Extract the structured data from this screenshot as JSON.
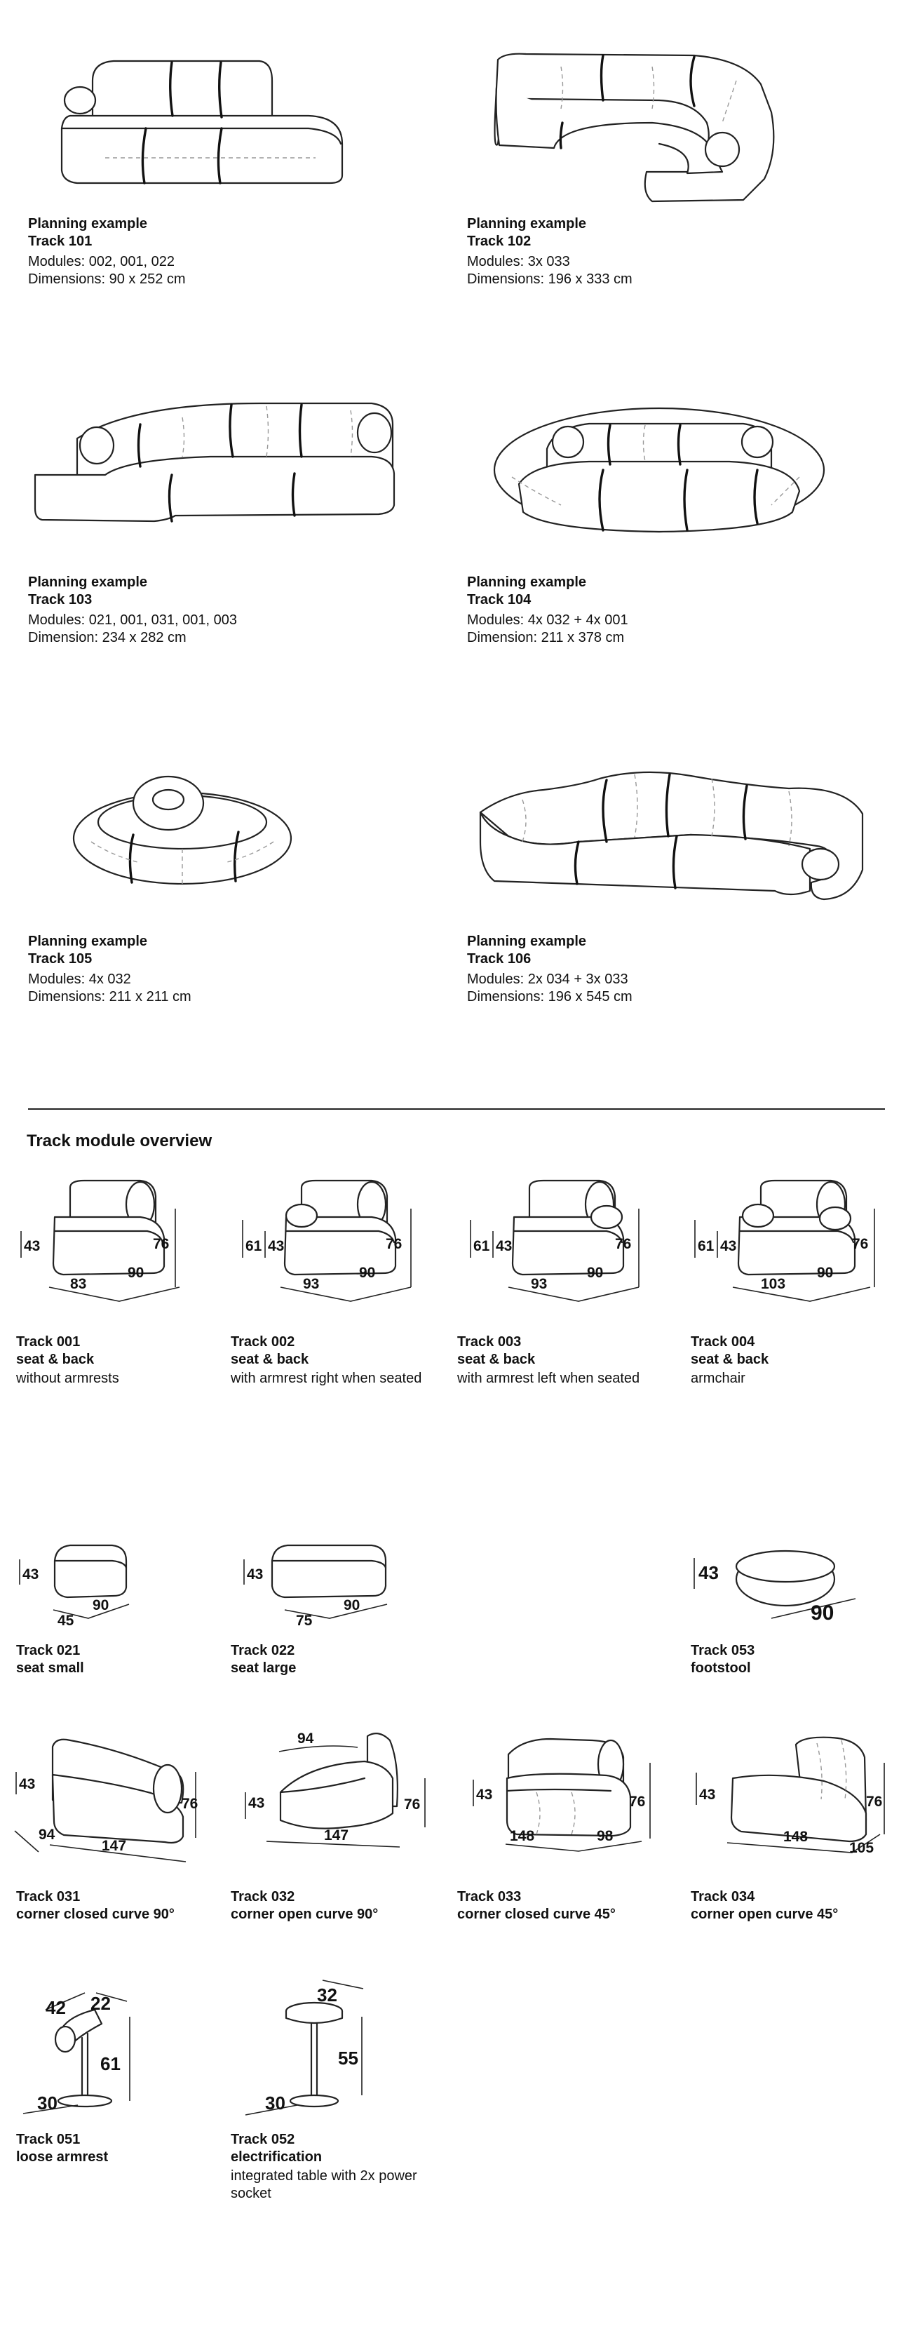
{
  "planning": [
    {
      "label": "Planning example",
      "name": "Track 101",
      "modules": "Modules: 002, 001, 022",
      "dims": "Dimensions: 90 x 252 cm"
    },
    {
      "label": "Planning example",
      "name": "Track 102",
      "modules": "Modules: 3x 033",
      "dims": "Dimensions: 196 x 333 cm"
    },
    {
      "label": "Planning example",
      "name": "Track 103",
      "modules": "Modules: 021, 001, 031, 001, 003",
      "dims": "Dimension: 234 x 282 cm"
    },
    {
      "label": "Planning example",
      "name": "Track 104",
      "modules": "Modules: 4x 032 + 4x 001",
      "dims": "Dimension: 211 x 378 cm"
    },
    {
      "label": "Planning example",
      "name": "Track 105",
      "modules": "Modules: 4x 032",
      "dims": "Dimensions: 211 x 211 cm"
    },
    {
      "label": "Planning example",
      "name": "Track 106",
      "modules": "Modules: 2x 034 + 3x 033",
      "dims": "Dimensions: 196 x 545 cm"
    }
  ],
  "section_title": "Track module overview",
  "modules": [
    {
      "name": "Track 001",
      "type": "seat & back",
      "desc": "without armrests",
      "dims": {
        "h": "43",
        "h2": "",
        "total": "76",
        "w": "83",
        "d": "90"
      }
    },
    {
      "name": "Track 002",
      "type": "seat & back",
      "desc": "with armrest right when seated",
      "dims": {
        "h": "43",
        "h2": "61",
        "total": "76",
        "w": "93",
        "d": "90"
      }
    },
    {
      "name": "Track 003",
      "type": "seat & back",
      "desc": "with armrest left when seated",
      "dims": {
        "h": "43",
        "h2": "61",
        "total": "76",
        "w": "93",
        "d": "90"
      }
    },
    {
      "name": "Track 004",
      "type": "seat & back",
      "desc": "armchair",
      "dims": {
        "h": "43",
        "h2": "61",
        "total": "76",
        "w": "103",
        "d": "90"
      }
    },
    {
      "name": "Track 021",
      "type": "seat small",
      "desc": "",
      "dims": {
        "h": "43",
        "w": "45",
        "d": "90"
      }
    },
    {
      "name": "Track 022",
      "type": "seat large",
      "desc": "",
      "dims": {
        "h": "43",
        "w": "75",
        "d": "90"
      }
    },
    {
      "name": "Track 053",
      "type": "footstool",
      "desc": "",
      "dims": {
        "h": "43",
        "d": "90"
      }
    },
    {
      "name": "Track 031",
      "type": "corner closed curve 90°",
      "desc": "",
      "dims": {
        "h": "43",
        "total": "76",
        "w": "147",
        "d": "94"
      }
    },
    {
      "name": "Track 032",
      "type": "corner open curve 90°",
      "desc": "",
      "dims": {
        "h": "43",
        "total": "76",
        "w": "147",
        "d": "94"
      }
    },
    {
      "name": "Track 033",
      "type": "corner closed curve 45°",
      "desc": "",
      "dims": {
        "h": "43",
        "total": "76",
        "w": "148",
        "d": "98"
      }
    },
    {
      "name": "Track 034",
      "type": "corner open curve 45°",
      "desc": "",
      "dims": {
        "h": "43",
        "total": "76",
        "w": "148",
        "d": "105"
      }
    },
    {
      "name": "Track 051",
      "type": "loose armrest",
      "desc": "",
      "dims": {
        "a": "42",
        "b": "22",
        "h": "61",
        "w": "30"
      }
    },
    {
      "name": "Track 052",
      "type": "electrification",
      "desc": "integrated table with 2x power socket",
      "dims": {
        "a": "32",
        "h": "55",
        "w": "30"
      }
    }
  ]
}
